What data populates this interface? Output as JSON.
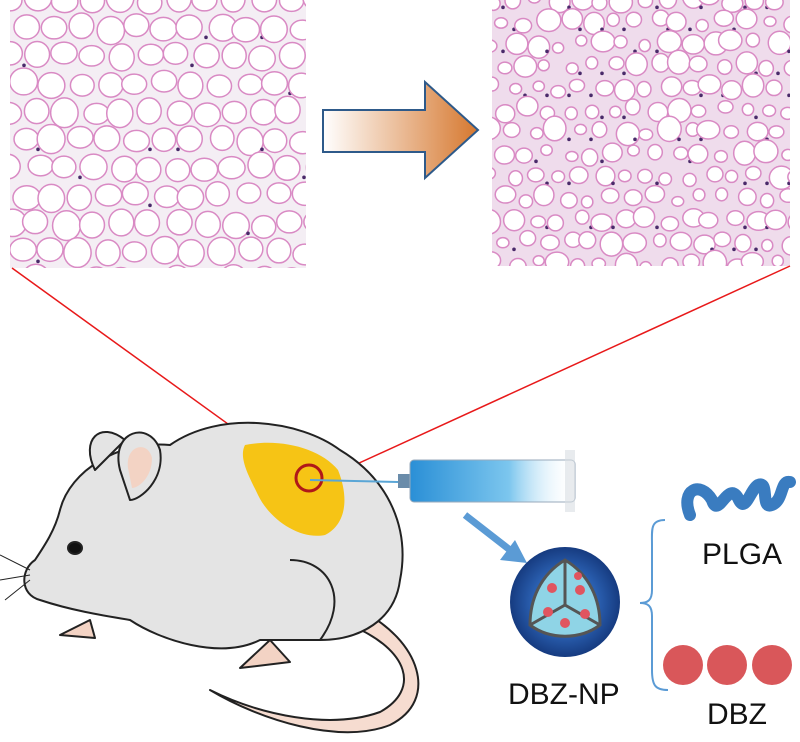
{
  "labels": {
    "plga": "PLGA",
    "dbz": "DBZ",
    "nanoparticle": "DBZ-NP"
  },
  "colors": {
    "pointer_line": "#e8191a",
    "arrow_orange": "#d6782f",
    "tissue_pink": "#d98ac4",
    "nucleus": "#4a2a6a",
    "fat_yellow": "#f7c20a",
    "plga_blue": "#3a7cc0",
    "dbz_red": "#d9575a",
    "np_dark_blue": "#1f4e9c",
    "np_light_blue": "#8fd4e6",
    "mouse_body": "#e4e4e4",
    "tail_pink": "#f6dcd0"
  }
}
